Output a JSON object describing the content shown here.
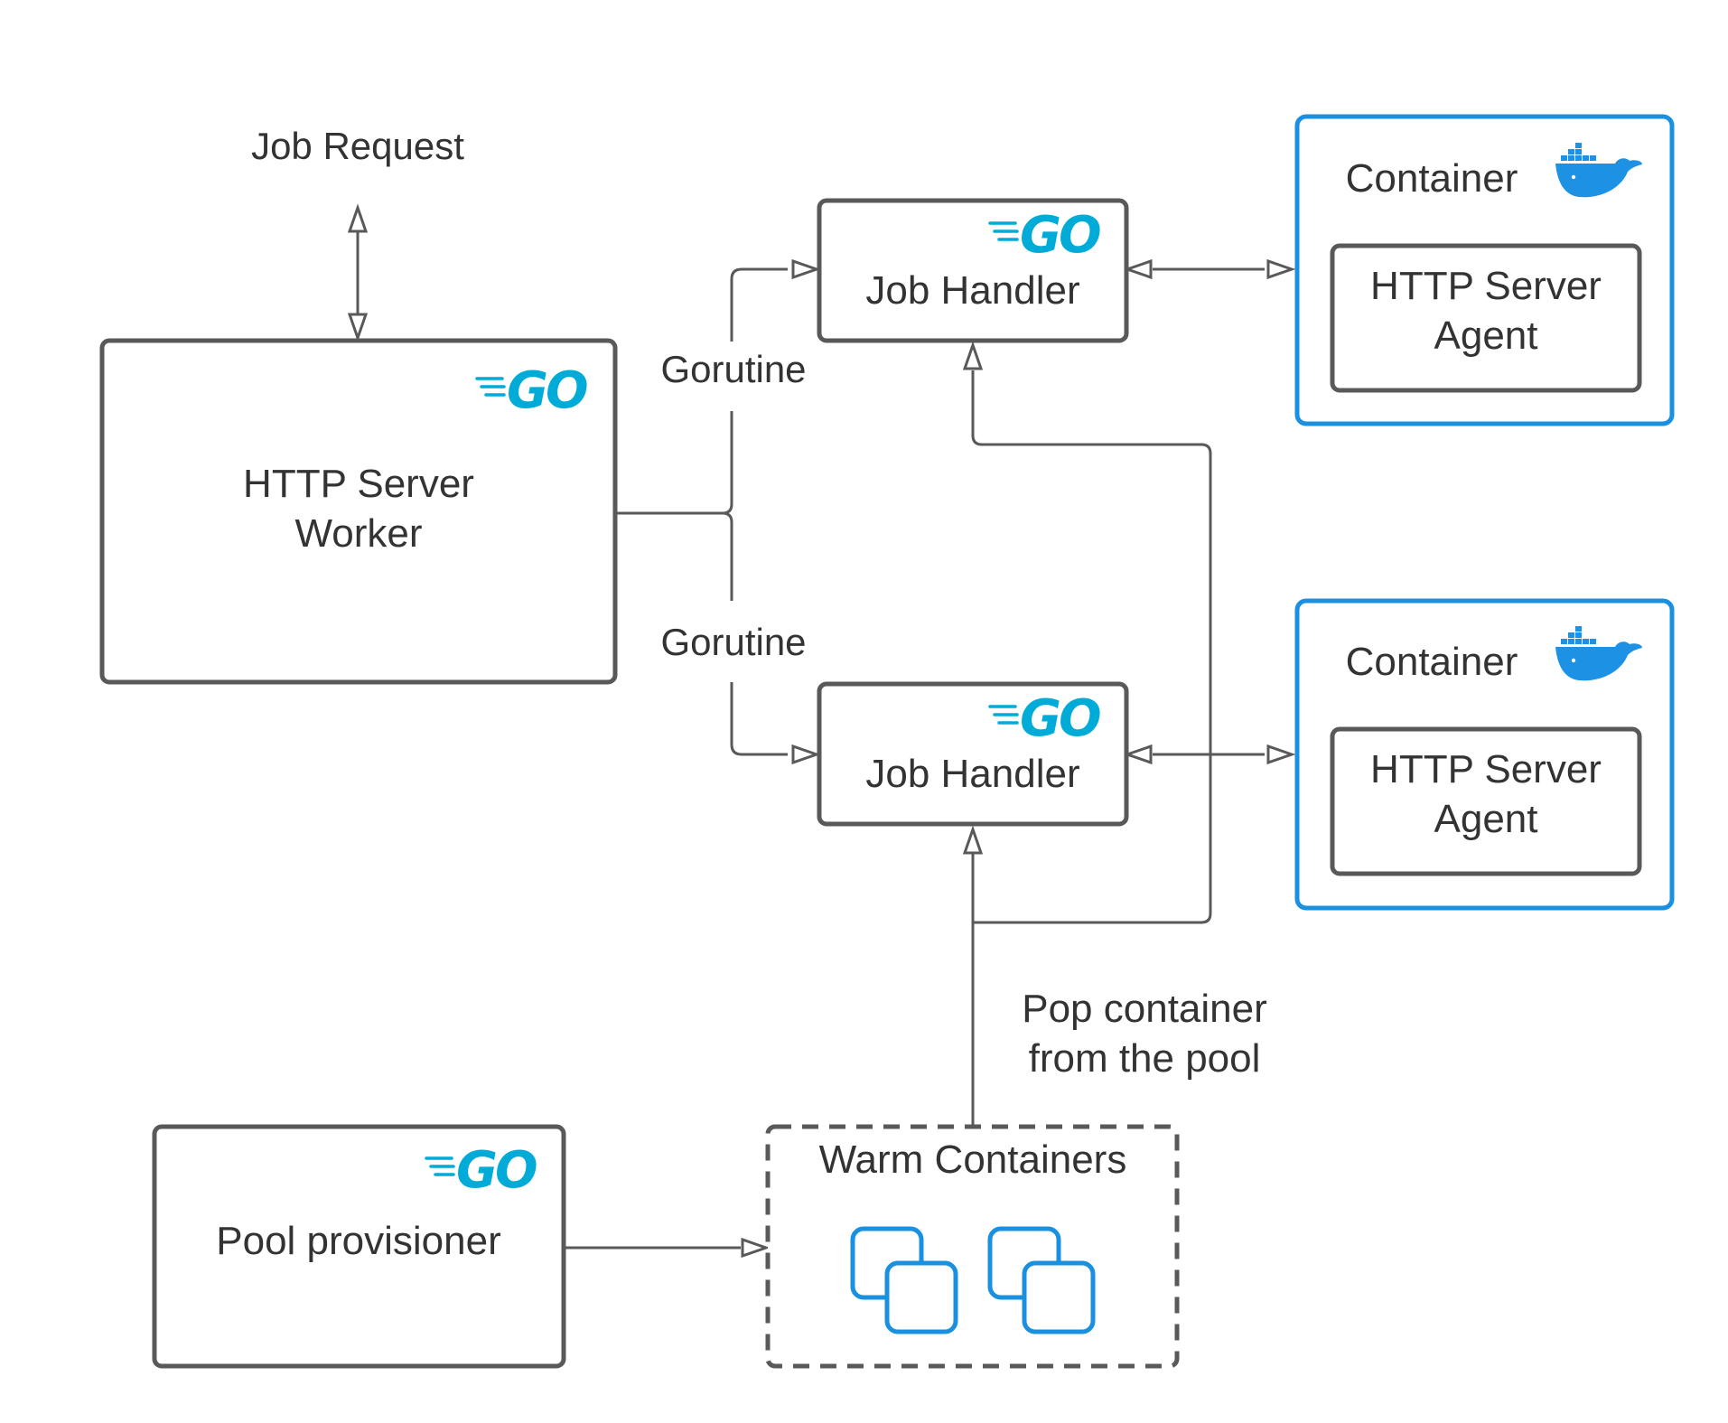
{
  "colors": {
    "stroke": "#595959",
    "text": "#333333",
    "container_border": "#1a90e0",
    "go_brand": "#00acd7",
    "docker_brand": "#1d91e3"
  },
  "labels": {
    "job_request": "Job Request",
    "goroutine_top": "Gorutine",
    "goroutine_bottom": "Gorutine",
    "pop_line1": "Pop container",
    "pop_line2": "from the pool"
  },
  "worker": {
    "line1": "HTTP Server",
    "line2": "Worker",
    "logo": "GO"
  },
  "job_handler_top": {
    "title": "Job Handler",
    "logo": "GO"
  },
  "job_handler_bottom": {
    "title": "Job Handler",
    "logo": "GO"
  },
  "container_top": {
    "title": "Container",
    "icon": "docker-whale-icon",
    "inner_line1": "HTTP Server",
    "inner_line2": "Agent"
  },
  "container_bottom": {
    "title": "Container",
    "icon": "docker-whale-icon",
    "inner_line1": "HTTP Server",
    "inner_line2": "Agent"
  },
  "pool_provisioner": {
    "title": "Pool provisioner",
    "logo": "GO"
  },
  "warm_containers": {
    "title": "Warm Containers",
    "icon": "stacked-containers-icon"
  }
}
